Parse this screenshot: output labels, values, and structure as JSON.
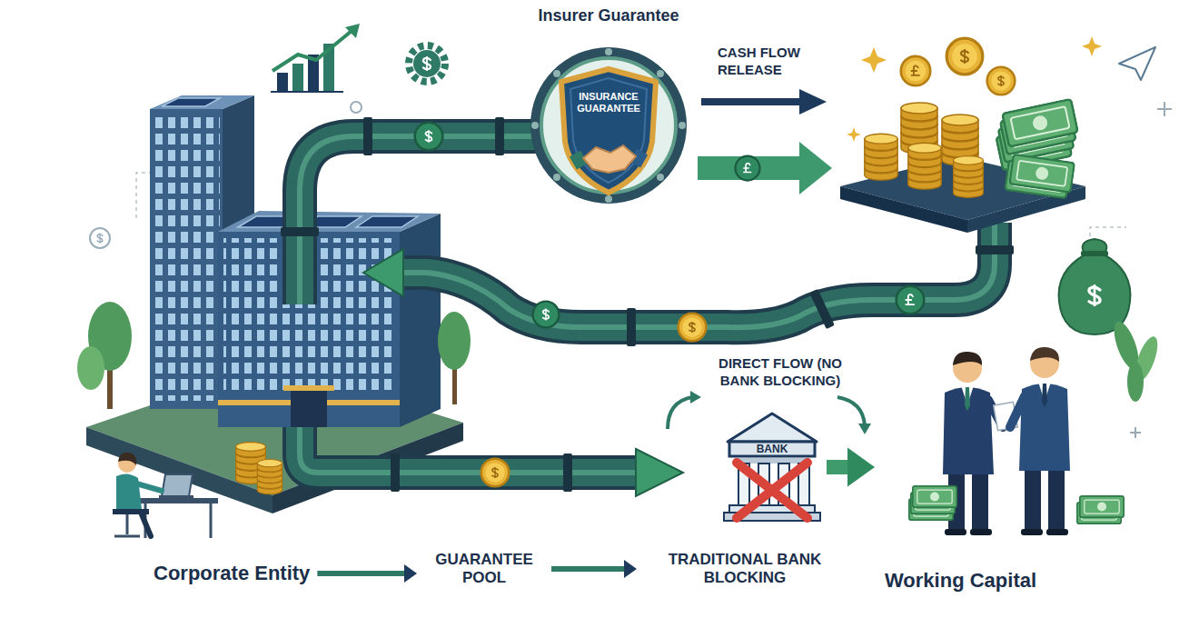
{
  "diagram": {
    "nodes": [
      {
        "text": [
          "Insurer Guarantee",
          "INSURANCE GUARANTEE"
        ]
      },
      {
        "text": [
          "BANK"
        ]
      },
      {
        "text": [
          "Corporate Entity"
        ]
      },
      {
        "text": [
          "GUARANTEE POOL"
        ]
      },
      {
        "text": [
          "TRADITIONAL BANK BLOCKING"
        ]
      },
      {
        "text": [
          "Working Capital"
        ]
      }
    ],
    "edges": [
      {
        "from": 2,
        "to": 3,
        "arrow": "to"
      },
      {
        "from": 3,
        "to": 4,
        "arrow": "to"
      },
      {
        "from": 1,
        "to": 5,
        "arrow": "to"
      }
    ],
    "labels": [
      "CASH FLOW RELEASE",
      "DIRECT FLOW (NO BANK BLOCKING)"
    ]
  }
}
